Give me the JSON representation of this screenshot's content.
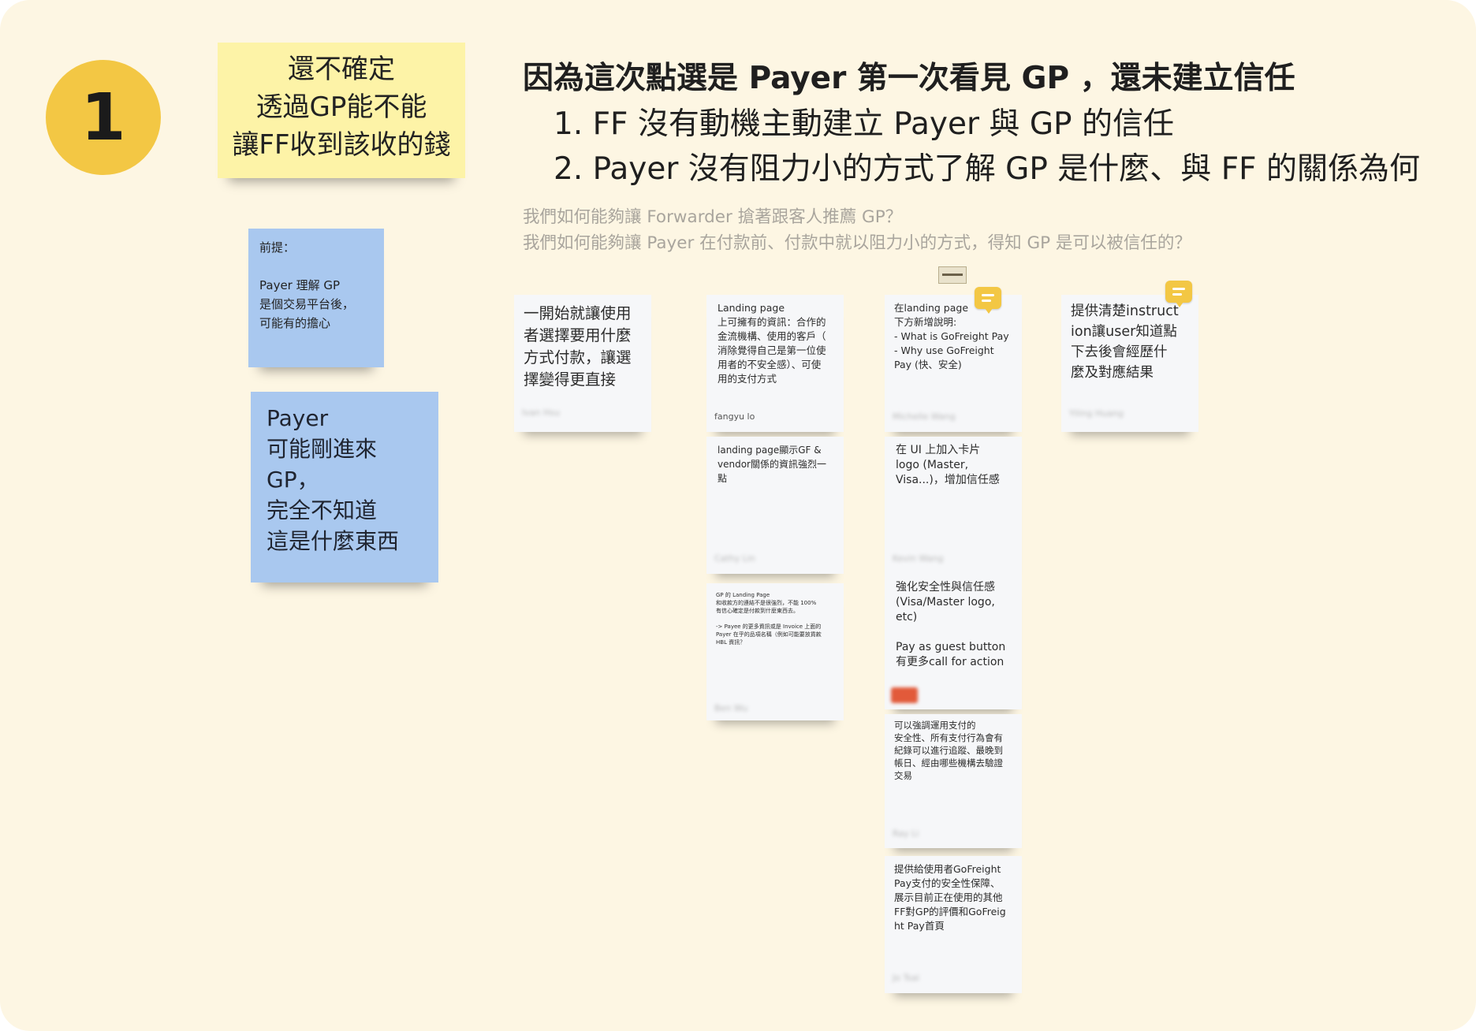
{
  "badge": {
    "number": "1"
  },
  "question_note": {
    "lines": [
      "還不確定",
      "透過GP能不能",
      "讓FF收到該收的錢"
    ]
  },
  "premise_note": {
    "text": "前提：\n\nPayer 理解 GP\n是個交易平台後，\n可能有的擔心"
  },
  "payer_note": {
    "text": "Payer\n可能剛進來\nGP，\n完全不知道\n這是什麼東西"
  },
  "headline": "因為這次點選是 Payer 第一次看見 GP ，還未建立信任",
  "subpoints": [
    "1. FF 沒有動機主動建立 Payer 與 GP 的信任",
    "2. Payer 沒有阻力小的方式了解 GP 是什麼、與 FF 的關係為何"
  ],
  "how_might_we": [
    "我們如何能夠讓 Forwarder 搶著跟客人推薦 GP？",
    "我們如何能夠讓 Payer 在付款前、付款中就以阻力小的方式，得知 GP 是可以被信任的？"
  ],
  "cards": {
    "c1": {
      "text": "一開始就讓使用\n者選擇要用什麼\n方式付款，讓選\n擇變得更直接",
      "author": "Ivan Hsu"
    },
    "c2a": {
      "text": "Landing page\n上可擁有的資訊：合作的\n金流機構、使用的客戶（\n消除覺得自己是第一位使\n用者的不安全感）、可使\n用的支付方式",
      "author": "fangyu lo"
    },
    "c2b": {
      "text": "landing page顯示GF &\nvendor關係的資訊強烈一點",
      "author": "Cathy Lin"
    },
    "c2c": {
      "text": "GP 的 Landing Page\n和收款方的連結不是很強烈，不能 100%\n有信心確定是付款到什麼東西去。\n\n-> Payee 的更多資訊或是 Invoice 上面的\nPayer 在乎的品項名稱（例如可能要放貨款\nHBL 資訊？",
      "author": "Ben Wu"
    },
    "c3a": {
      "text": "在landing page\n下方新增說明:\n- What is GoFreight Pay\n- Why use GoFreight\nPay (快、安全)",
      "author": "Michelle Wang"
    },
    "c3b": {
      "text": "在 UI 上加入卡片\nlogo (Master,\nVisa...)，增加信任感",
      "author": "Kevin Wang"
    },
    "c3c": {
      "text": "強化安全性與信任感\n(Visa/Master logo,\netc)\n\nPay as guest button\n有更多call for action",
      "author": ""
    },
    "c3d": {
      "text": "可以強調運用支付的\n安全性、所有支付行為會有\n紀錄可以進行追蹤、最晚到\n帳日、經由哪些機構去驗證\n交易",
      "author": "Ray Li"
    },
    "c3e": {
      "text": "提供給使用者GoFreight\nPay支付的安全性保障、\n展示目前正在使用的其他\nFF對GP的評價和GoFreig\nht Pay首頁",
      "author": "Jo Tsai"
    },
    "c4": {
      "text": "提供清楚instruct\nion讓user知道點\n下去後會經歷什\n麼及對應結果",
      "author": "Yiling Huang"
    }
  },
  "colors": {
    "board_bg": "#fdf6e3",
    "badge": "#f3c744",
    "yellow_note": "#fdf3a7",
    "blue_note": "#a9c8ef",
    "white_card": "#f6f7f9",
    "hmw_text": "#a9a59d"
  },
  "icons": [
    "comment-icon",
    "image-thumbnail-icon"
  ]
}
